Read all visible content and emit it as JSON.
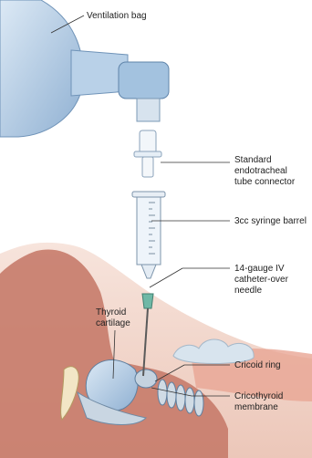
{
  "labels": {
    "ventilation_bag": "Ventilation bag",
    "connector": [
      "Standard",
      "endotracheal",
      "tube connector"
    ],
    "syringe": "3cc syringe barrel",
    "needle": [
      "14-gauge IV",
      "catheter-over",
      "needle"
    ],
    "thyroid": [
      "Thyroid",
      "cartilage"
    ],
    "cricoid": "Cricoid ring",
    "cricothyroid": [
      "Cricothyroid",
      "membrane"
    ]
  },
  "colors": {
    "bag_blue": "#a9c6e2",
    "skin": "#f3d9cf",
    "trachea": "#c77b6a",
    "cartilage": "#c9d6e2",
    "needle_hub": "#6fb8a6"
  }
}
